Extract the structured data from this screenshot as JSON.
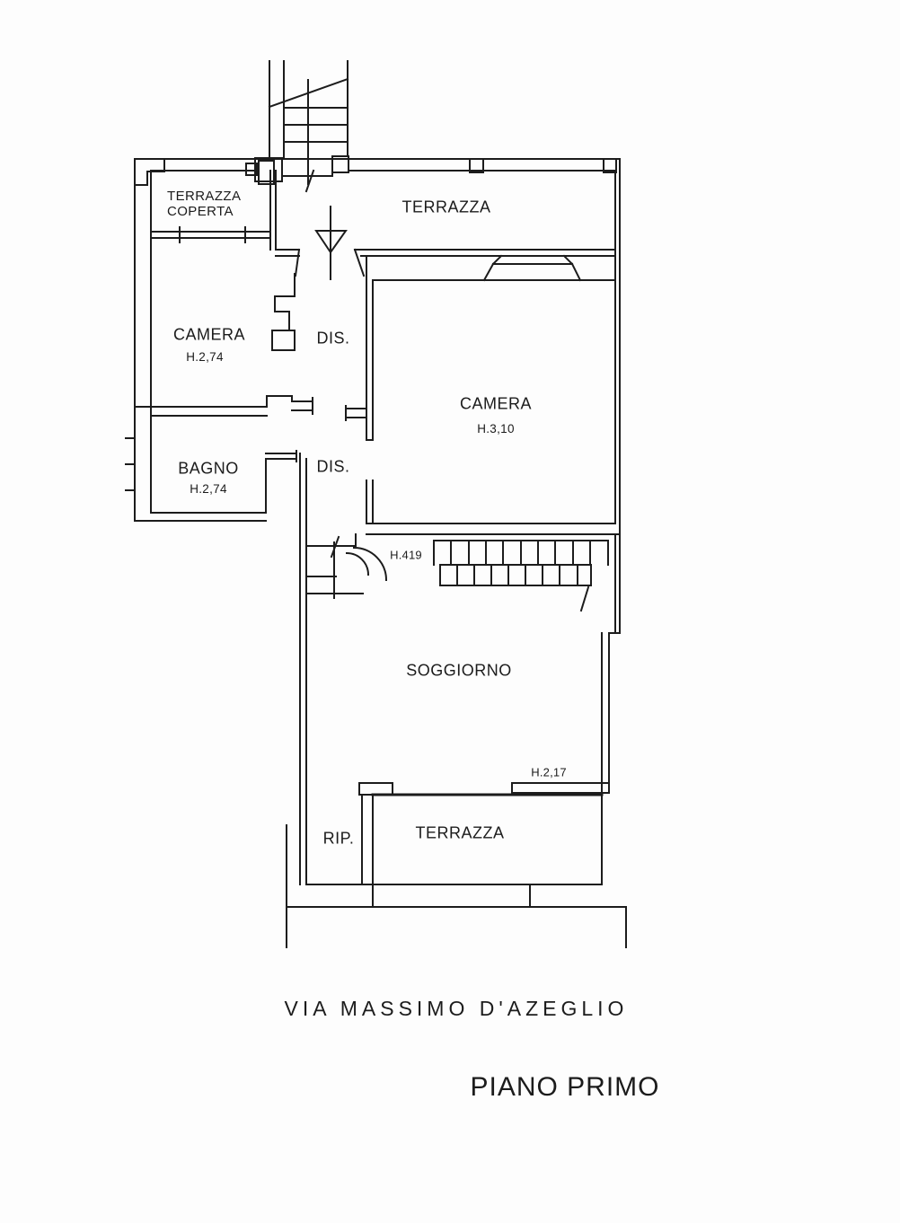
{
  "document": {
    "floor_title": "PIANO PRIMO",
    "street_caption": "VIA MASSIMO D'AZEGLIO"
  },
  "rooms": {
    "terrazza_coperta": {
      "label": "TERRAZZA\nCOPERTA"
    },
    "terrazza_nord": {
      "label": "TERRAZZA"
    },
    "camera_ovest": {
      "label": "CAMERA",
      "height": "H.2,74"
    },
    "dis_nord": {
      "label": "DIS."
    },
    "camera_est": {
      "label": "CAMERA",
      "height": "H.3,10"
    },
    "bagno": {
      "label": "BAGNO",
      "height": "H.2,74"
    },
    "dis_sud": {
      "label": "DIS."
    },
    "soggiorno": {
      "label": "SOGGIORNO"
    },
    "rip": {
      "label": "RIP."
    },
    "terrazza_sud": {
      "label": "TERRAZZA"
    }
  },
  "annotations": {
    "stair_height": "H.419",
    "terrace_door_height": "H.2,17"
  },
  "colors": {
    "line": "#1c1c1c",
    "paper": "#fdfdfd",
    "text": "#1c1c1c"
  }
}
